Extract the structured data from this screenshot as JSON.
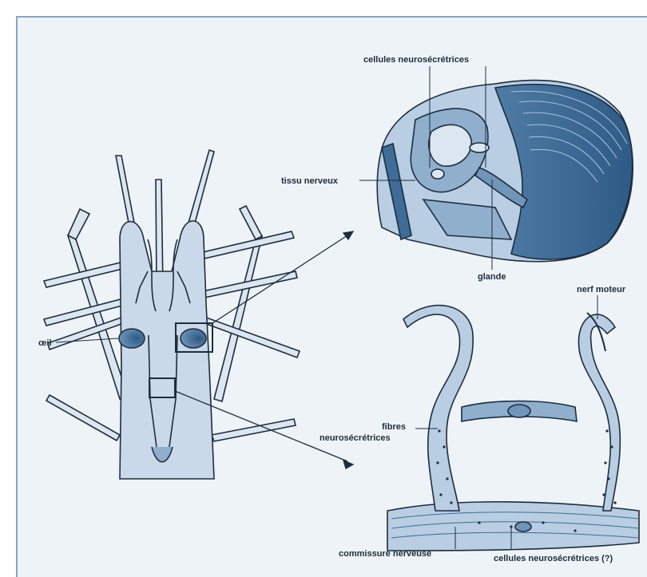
{
  "labels": {
    "oeil": "œil",
    "cellules_top": "cellules neurosécrétrices",
    "tissu": "tissu nerveux",
    "glande": "glande",
    "nerf": "nerf moteur",
    "fibres_1": "fibres",
    "fibres_2": "neurosécrétrices",
    "commissure": "commissure nerveuse",
    "cellules_bottom": "cellules neurosécrétrices (?)"
  },
  "colors": {
    "panel_bg": "#eef3f8",
    "ink": "#1c2d3e",
    "tissue_light": "#b9cee2",
    "tissue_mid": "#8fafcd",
    "tissue_dark": "#3f6d97"
  }
}
